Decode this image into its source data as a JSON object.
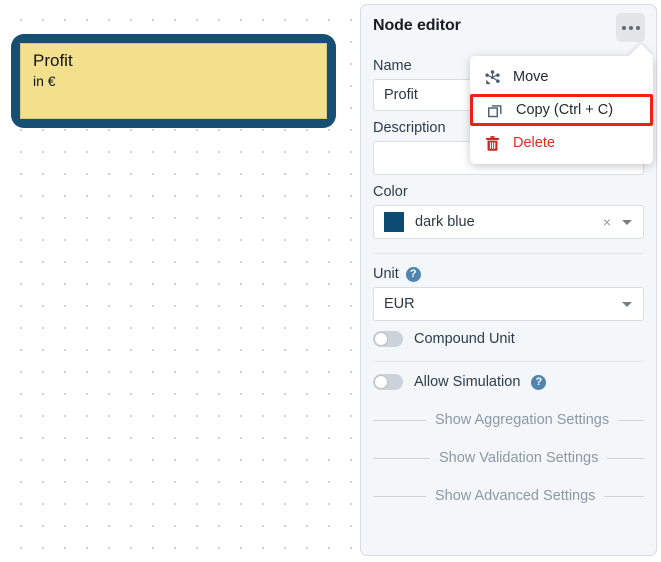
{
  "canvas": {
    "node": {
      "title": "Profit",
      "subtitle": "in €",
      "border_color": "#174E73",
      "fill_color": "#F2E08C"
    }
  },
  "panel": {
    "title": "Node editor",
    "kebab_icon": "ellipsis-horizontal-icon",
    "fields": {
      "name": {
        "label": "Name",
        "value": "Profit",
        "placeholder": ""
      },
      "description": {
        "label": "Description",
        "value": "",
        "placeholder": ""
      },
      "color": {
        "label": "Color",
        "value": "dark blue",
        "swatch_hex": "#0E4B73",
        "clear_glyph": "×",
        "caret_icon": "chevron-down-icon"
      },
      "unit": {
        "label": "Unit",
        "help_glyph": "?",
        "value": "EUR",
        "caret_icon": "chevron-down-icon"
      },
      "compound_unit": {
        "label": "Compound Unit",
        "enabled": false
      },
      "allow_simulation": {
        "label": "Allow Simulation",
        "enabled": false,
        "help_glyph": "?"
      }
    },
    "sections": [
      {
        "label": "Show Aggregation Settings"
      },
      {
        "label": "Show Validation Settings"
      },
      {
        "label": "Show Advanced Settings"
      }
    ]
  },
  "menu": {
    "items": [
      {
        "label": "Move",
        "icon": "move-nodes-icon",
        "danger": false
      },
      {
        "label": "Copy (Ctrl + C)",
        "icon": "copy-icon",
        "danger": false,
        "highlighted": true
      },
      {
        "label": "Delete",
        "icon": "trash-icon",
        "danger": true
      }
    ],
    "highlight_color": "#f51f10"
  }
}
